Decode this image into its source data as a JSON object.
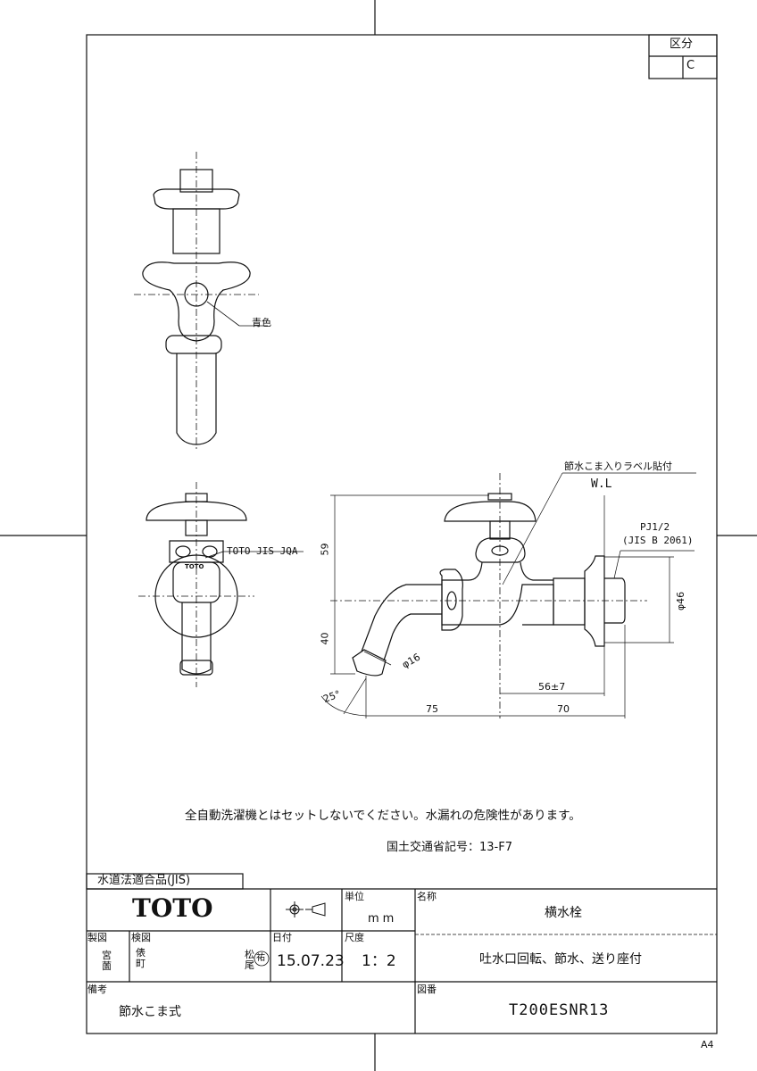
{
  "classification": {
    "label": "区分",
    "value": "C"
  },
  "drawing": {
    "top_view_callout": "青色",
    "front_view_marking": "TOTO JIS JQA",
    "front_view_logo": "TOTO",
    "label_callout": "節水こま入りラベル貼付",
    "wall_line": "W.L",
    "thread_spec": "PJ1/2",
    "thread_standard": "(JIS B 2061)",
    "dimensions": {
      "height_upper": "59",
      "height_lower": "40",
      "spout_diameter": "φ16",
      "flange_diameter": "φ46",
      "spout_angle": "25°",
      "wall_offset": "56±7",
      "spout_reach": "75",
      "body_length": "70"
    }
  },
  "notes": {
    "warning": "全自動洗濯機とはセットしないでください。水漏れの危険性があります。",
    "mlit_code": "国土交通省記号：13-F7"
  },
  "title_block": {
    "compliance": "水道法適合品(JIS)",
    "brand": "TOTO",
    "unit_label": "単位",
    "unit_value": "mm",
    "name_label": "名称",
    "name_value": "横水栓",
    "description": "吐水口回転、節水、送り座付",
    "drafter_label": "製図",
    "drafter": "宮薗",
    "checker_label": "検図",
    "checker": "俵町",
    "approver": "松尾",
    "approver_stamp": "祐",
    "date_label": "日付",
    "date": "15.07.23",
    "scale_label": "尺度",
    "scale": "1：2",
    "remarks_label": "備考",
    "remarks": "節水こま式",
    "drawing_no_label": "図番",
    "drawing_no": "T200ESNR13"
  },
  "sheet_size": "A4"
}
